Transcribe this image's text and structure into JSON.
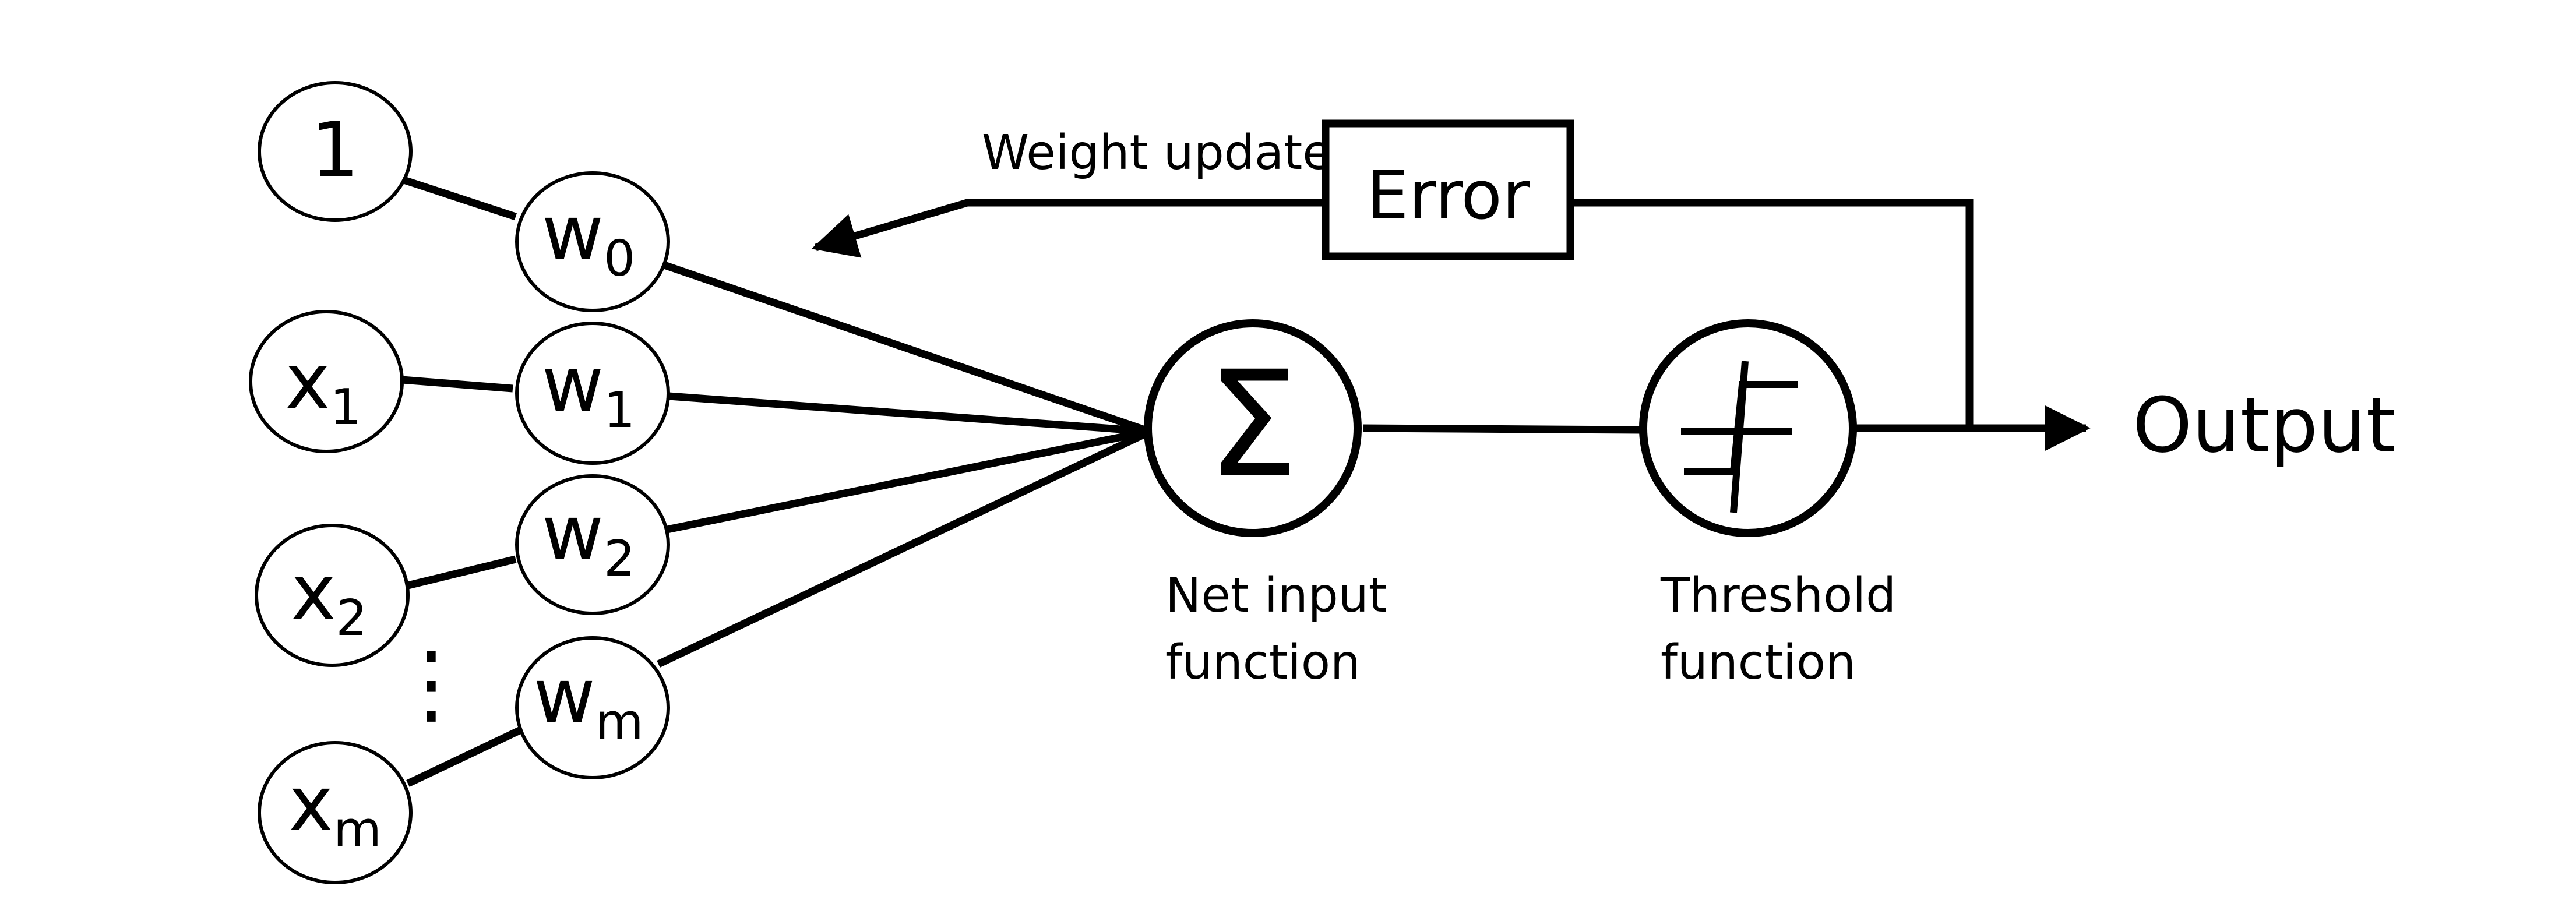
{
  "inputs": [
    {
      "base": "1",
      "sub": ""
    },
    {
      "base": "x",
      "sub": "1"
    },
    {
      "base": "x",
      "sub": "2"
    },
    {
      "base": "x",
      "sub": "m"
    }
  ],
  "weights": [
    {
      "base": "w",
      "sub": "0"
    },
    {
      "base": "w",
      "sub": "1"
    },
    {
      "base": "w",
      "sub": "2"
    },
    {
      "base": "w",
      "sub": "m"
    }
  ],
  "ellipsis": "⋮",
  "net_input": {
    "symbol": "Σ",
    "label_line1": "Net input",
    "label_line2": "function"
  },
  "threshold": {
    "label_line1": "Threshold",
    "label_line2": "function"
  },
  "error_label": "Error",
  "weight_update_label": "Weight update",
  "output_label": "Output",
  "colors": {
    "stroke": "#000000",
    "background": "#ffffff"
  }
}
